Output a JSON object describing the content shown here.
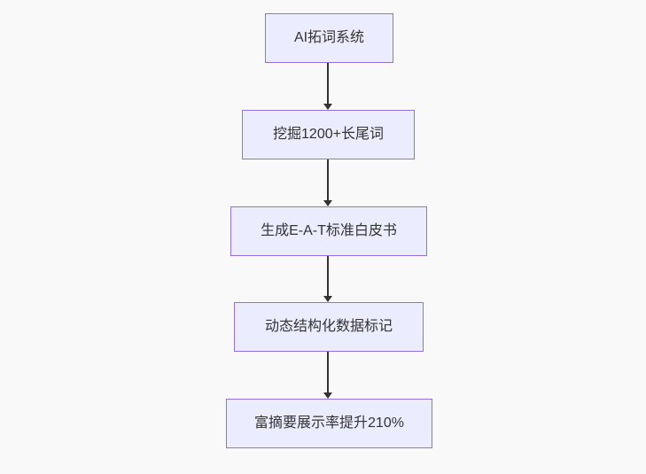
{
  "diagram": {
    "type": "flowchart",
    "direction": "top-down",
    "background_color": "#f9f9f9",
    "node_style": {
      "fill": "#ECECFF",
      "border": "#9370DB",
      "text_color": "#333333"
    },
    "edge_style": {
      "color": "#333333",
      "arrowhead": "triangle-down"
    },
    "nodes": [
      {
        "id": "A",
        "label": "AI拓词系统"
      },
      {
        "id": "B",
        "label": "挖掘1200+长尾词"
      },
      {
        "id": "C",
        "label": "生成E-A-T标准白皮书"
      },
      {
        "id": "D",
        "label": "动态结构化数据标记"
      },
      {
        "id": "E",
        "label": "富摘要展示率提升210%"
      }
    ],
    "edges": [
      {
        "from": "A",
        "to": "B"
      },
      {
        "from": "B",
        "to": "C"
      },
      {
        "from": "C",
        "to": "D"
      },
      {
        "from": "D",
        "to": "E"
      }
    ]
  }
}
